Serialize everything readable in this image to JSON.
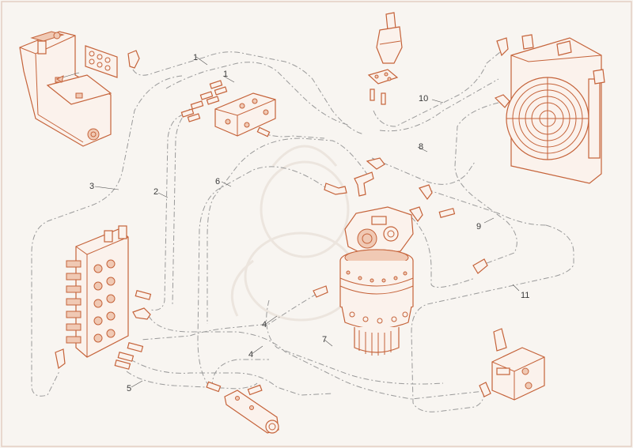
{
  "colors": {
    "background": "#f8f5f1",
    "parts": "#c5633a",
    "hoses": "#9a9a9a",
    "labels": "#3a3a3a"
  },
  "callouts": [
    {
      "id": "1a",
      "text": "1"
    },
    {
      "id": "1b",
      "text": "1"
    },
    {
      "id": "2",
      "text": "2"
    },
    {
      "id": "3",
      "text": "3"
    },
    {
      "id": "4a",
      "text": "4"
    },
    {
      "id": "4b",
      "text": "4"
    },
    {
      "id": "5",
      "text": "5"
    },
    {
      "id": "6",
      "text": "6"
    },
    {
      "id": "7",
      "text": "7"
    },
    {
      "id": "8",
      "text": "8"
    },
    {
      "id": "9",
      "text": "9"
    },
    {
      "id": "10",
      "text": "10"
    },
    {
      "id": "11",
      "text": "11"
    }
  ]
}
